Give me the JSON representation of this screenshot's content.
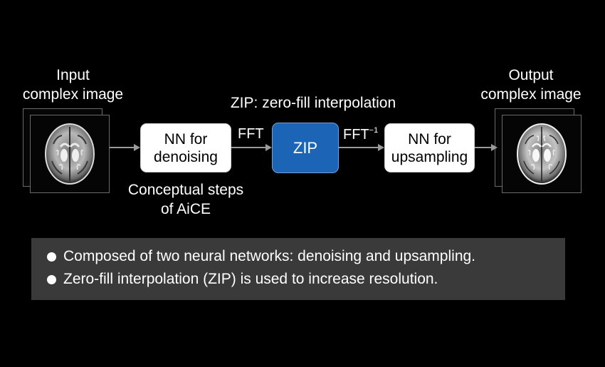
{
  "input_label_line1": "Input",
  "input_label_line2": "complex image",
  "output_label_line1": "Output",
  "output_label_line2": "complex image",
  "zip_title": "ZIP: zero-fill interpolation",
  "box_denoise_line1": "NN for",
  "box_denoise_line2": "denoising",
  "box_zip": "ZIP",
  "box_upsample_line1": "NN for",
  "box_upsample_line2": "upsampling",
  "arrow_fft": "FFT",
  "arrow_ifft": "FFT",
  "arrow_ifft_sup": "−1",
  "caption_line1": "Conceptual steps",
  "caption_line2": "of AiCE",
  "bullets": [
    "Composed of two neural networks: denoising and upsampling.",
    "Zero-fill interpolation (ZIP) is used to increase resolution."
  ],
  "colors": {
    "zip_box": "#1c64b6",
    "panel": "#3a3a3a",
    "arrow": "#9a9a9a"
  }
}
